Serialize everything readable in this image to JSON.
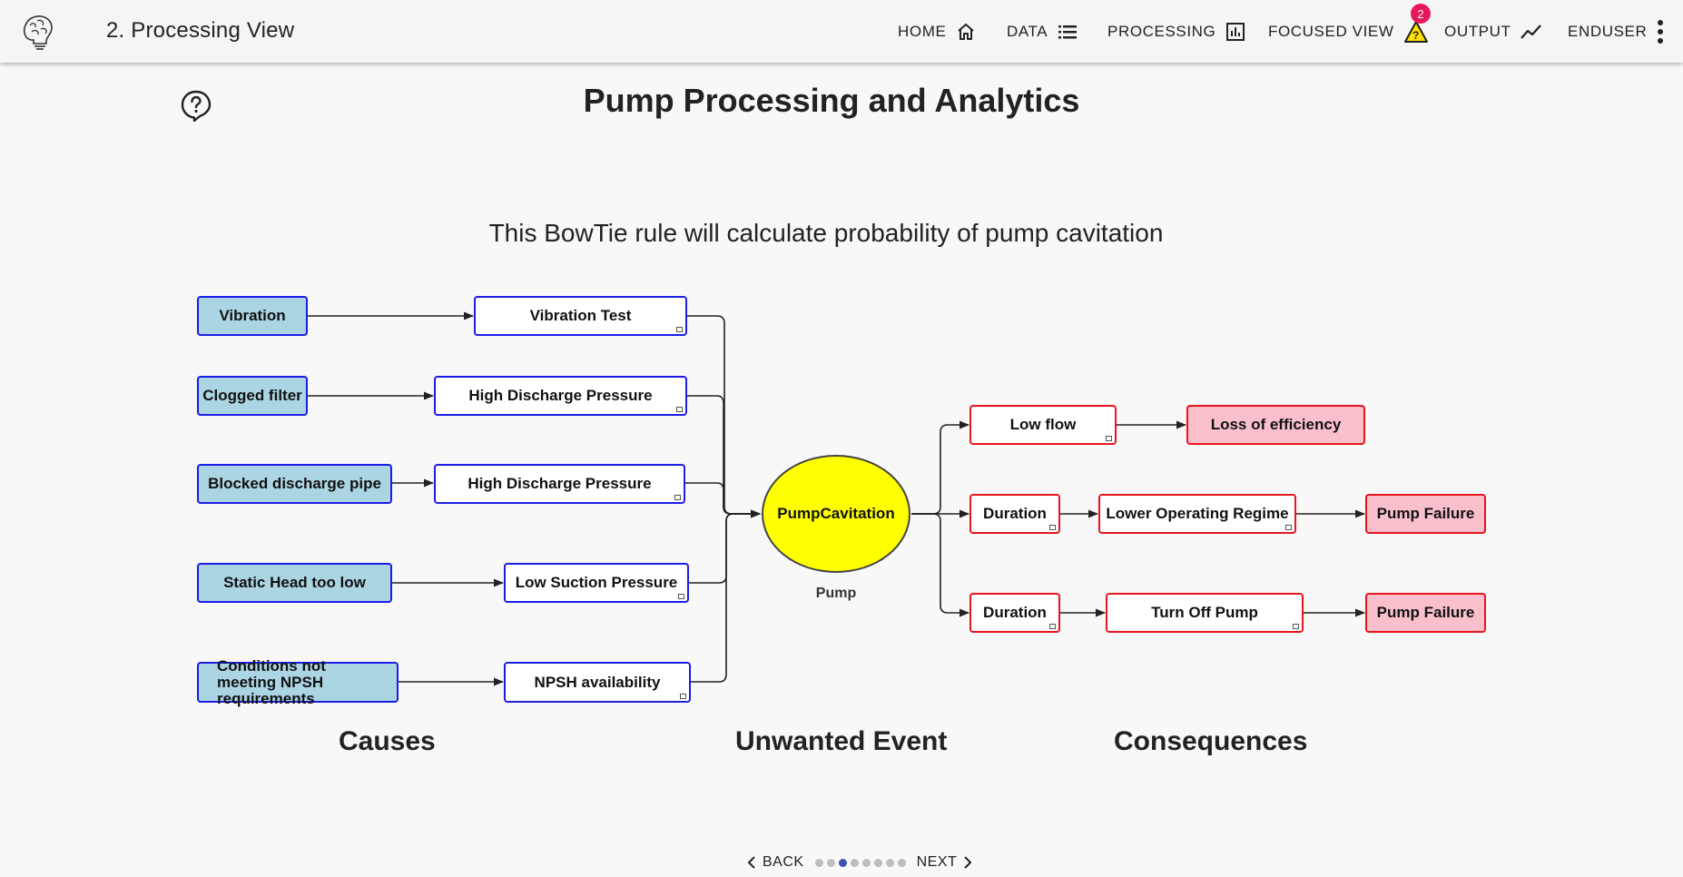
{
  "app": {
    "title": "2. Processing View"
  },
  "nav": {
    "home": "HOME",
    "data": "DATA",
    "processing": "PROCESSING",
    "focused_view": "FOCUSED VIEW",
    "focused_view_badge": "2",
    "output": "OUTPUT",
    "user": "ENDUSER"
  },
  "page": {
    "title": "Pump Processing and Analytics",
    "subtitle": "This BowTie rule will calculate probability of pump cavitation"
  },
  "diagram": {
    "causes": [
      "Vibration",
      "Clogged filter",
      "Blocked discharge pipe",
      "Static Head too low",
      "Conditions not meeting NPSH requirements"
    ],
    "barriers": [
      "Vibration Test",
      "High Discharge Pressure",
      "High Discharge Pressure",
      "Low Suction Pressure",
      "NPSH availability"
    ],
    "event": {
      "name": "PumpCavitation",
      "label": "Pump"
    },
    "consequence_chains": [
      [
        "Low flow",
        "Loss of efficiency"
      ],
      [
        "Duration",
        "Lower Operating Regime",
        "Pump Failure"
      ],
      [
        "Duration",
        "Turn Off Pump",
        "Pump Failure"
      ]
    ],
    "section_labels": {
      "causes": "Causes",
      "event": "Unwanted Event",
      "consequences": "Consequences"
    }
  },
  "stepper": {
    "back": "BACK",
    "next": "NEXT",
    "steps": 8,
    "active_step": 3
  },
  "colors": {
    "cause_fill": "#acd5e4",
    "cause_border": "#1c1ce8",
    "consequence_border": "#e8141e",
    "final_fill": "#f9c0cc",
    "event_fill": "#ffff00",
    "badge": "#e8195a",
    "active_dot": "#3f51b5"
  },
  "icons": {
    "logo": "brain-head-icon",
    "home": "home-icon",
    "data": "list-icon",
    "processing": "bar-chart-icon",
    "focused_view": "warning-icon",
    "output": "trending-up-icon",
    "menu": "more-vertical-icon",
    "help": "help-circle-icon"
  }
}
